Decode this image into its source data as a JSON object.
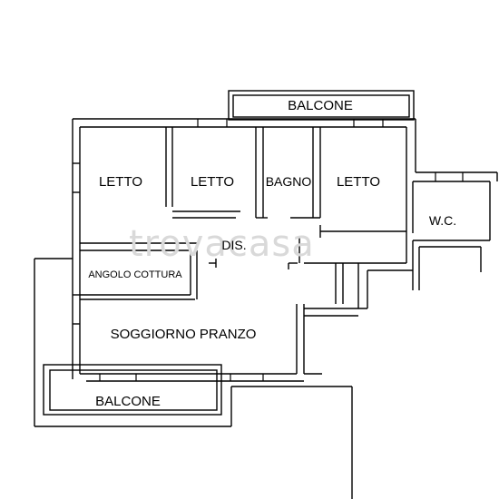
{
  "floorplan": {
    "rooms": {
      "balcone_top": "BALCONE",
      "letto_1": "LETTO",
      "letto_2": "LETTO",
      "bagno": "BAGNO",
      "letto_3": "LETTO",
      "wc": "W.C.",
      "dis": "DIS.",
      "angolo_cottura": "ANGOLO COTTURA",
      "soggiorno_pranzo": "SOGGIORNO PRANZO",
      "balcone_bottom": "BALCONE"
    },
    "watermark": "trovacasa"
  },
  "colors": {
    "wall": "#000000",
    "background": "#ffffff",
    "watermark": "#d9d9d9"
  }
}
